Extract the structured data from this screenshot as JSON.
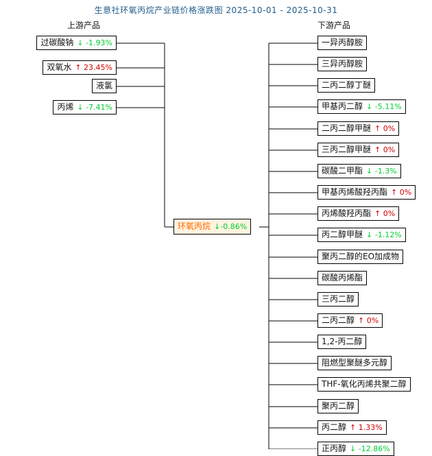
{
  "chart_data": {
    "type": "diagram",
    "title": "生意社环氧丙烷产业链价格涨跌图  2025-10-01 - 2025-10-31",
    "date_range": {
      "start": "2025-10-01",
      "end": "2025-10-31"
    },
    "colors": {
      "title": "#1F5C8B",
      "up": "#D40000",
      "down": "#00CC33",
      "center_text": "#FF6600",
      "center_fill": "#FFF4E0",
      "line": "#000000",
      "box_border": "#000000"
    },
    "center": {
      "name": "环氧丙烷",
      "arrow": "↓",
      "pct": "-0.86%",
      "direction": "down"
    },
    "upstream": {
      "heading": "上游产品",
      "items": [
        {
          "name": "过碳酸钠",
          "arrow": "↓",
          "pct": "-1.93%",
          "direction": "down"
        },
        {
          "name": "双氧水",
          "arrow": "↑",
          "pct": "23.45%",
          "direction": "up"
        },
        {
          "name": "液氯",
          "arrow": "",
          "pct": "",
          "direction": "none"
        },
        {
          "name": "丙烯",
          "arrow": "↓",
          "pct": "-7.41%",
          "direction": "down"
        }
      ]
    },
    "downstream": {
      "heading": "下游产品",
      "items": [
        {
          "name": "一异丙醇胺",
          "arrow": "",
          "pct": "",
          "direction": "none"
        },
        {
          "name": "三异丙醇胺",
          "arrow": "",
          "pct": "",
          "direction": "none"
        },
        {
          "name": "二丙二醇丁醚",
          "arrow": "",
          "pct": "",
          "direction": "none"
        },
        {
          "name": "甲基丙二醇",
          "arrow": "↓",
          "pct": "-5.11%",
          "direction": "down"
        },
        {
          "name": "二丙二醇甲醚",
          "arrow": "↑",
          "pct": "0%",
          "direction": "up"
        },
        {
          "name": "三丙二醇甲醚",
          "arrow": "↑",
          "pct": "0%",
          "direction": "up"
        },
        {
          "name": "碳酸二甲酯",
          "arrow": "↓",
          "pct": "-1.3%",
          "direction": "down"
        },
        {
          "name": "甲基丙烯酸羟丙酯",
          "arrow": "↑",
          "pct": "0%",
          "direction": "up"
        },
        {
          "name": "丙烯酸羟丙酯",
          "arrow": "↑",
          "pct": "0%",
          "direction": "up"
        },
        {
          "name": "丙二醇甲醚",
          "arrow": "↓",
          "pct": "-1.12%",
          "direction": "down"
        },
        {
          "name": "聚丙二醇的EO加成物",
          "arrow": "",
          "pct": "",
          "direction": "none"
        },
        {
          "name": "碳酸丙烯酯",
          "arrow": "",
          "pct": "",
          "direction": "none"
        },
        {
          "name": "三丙二醇",
          "arrow": "",
          "pct": "",
          "direction": "none"
        },
        {
          "name": "二丙二醇",
          "arrow": "↑",
          "pct": "0%",
          "direction": "up"
        },
        {
          "name": "1,2-丙二醇",
          "arrow": "",
          "pct": "",
          "direction": "none"
        },
        {
          "name": "阻燃型聚醚多元醇",
          "arrow": "",
          "pct": "",
          "direction": "none"
        },
        {
          "name": "THF-氧化丙烯共聚二醇",
          "arrow": "",
          "pct": "",
          "direction": "none"
        },
        {
          "name": "聚丙二醇",
          "arrow": "",
          "pct": "",
          "direction": "none"
        },
        {
          "name": "丙二醇",
          "arrow": "↑",
          "pct": "1.33%",
          "direction": "up"
        },
        {
          "name": "正丙醇",
          "arrow": "↓",
          "pct": "-12.86%",
          "direction": "down"
        }
      ]
    }
  }
}
